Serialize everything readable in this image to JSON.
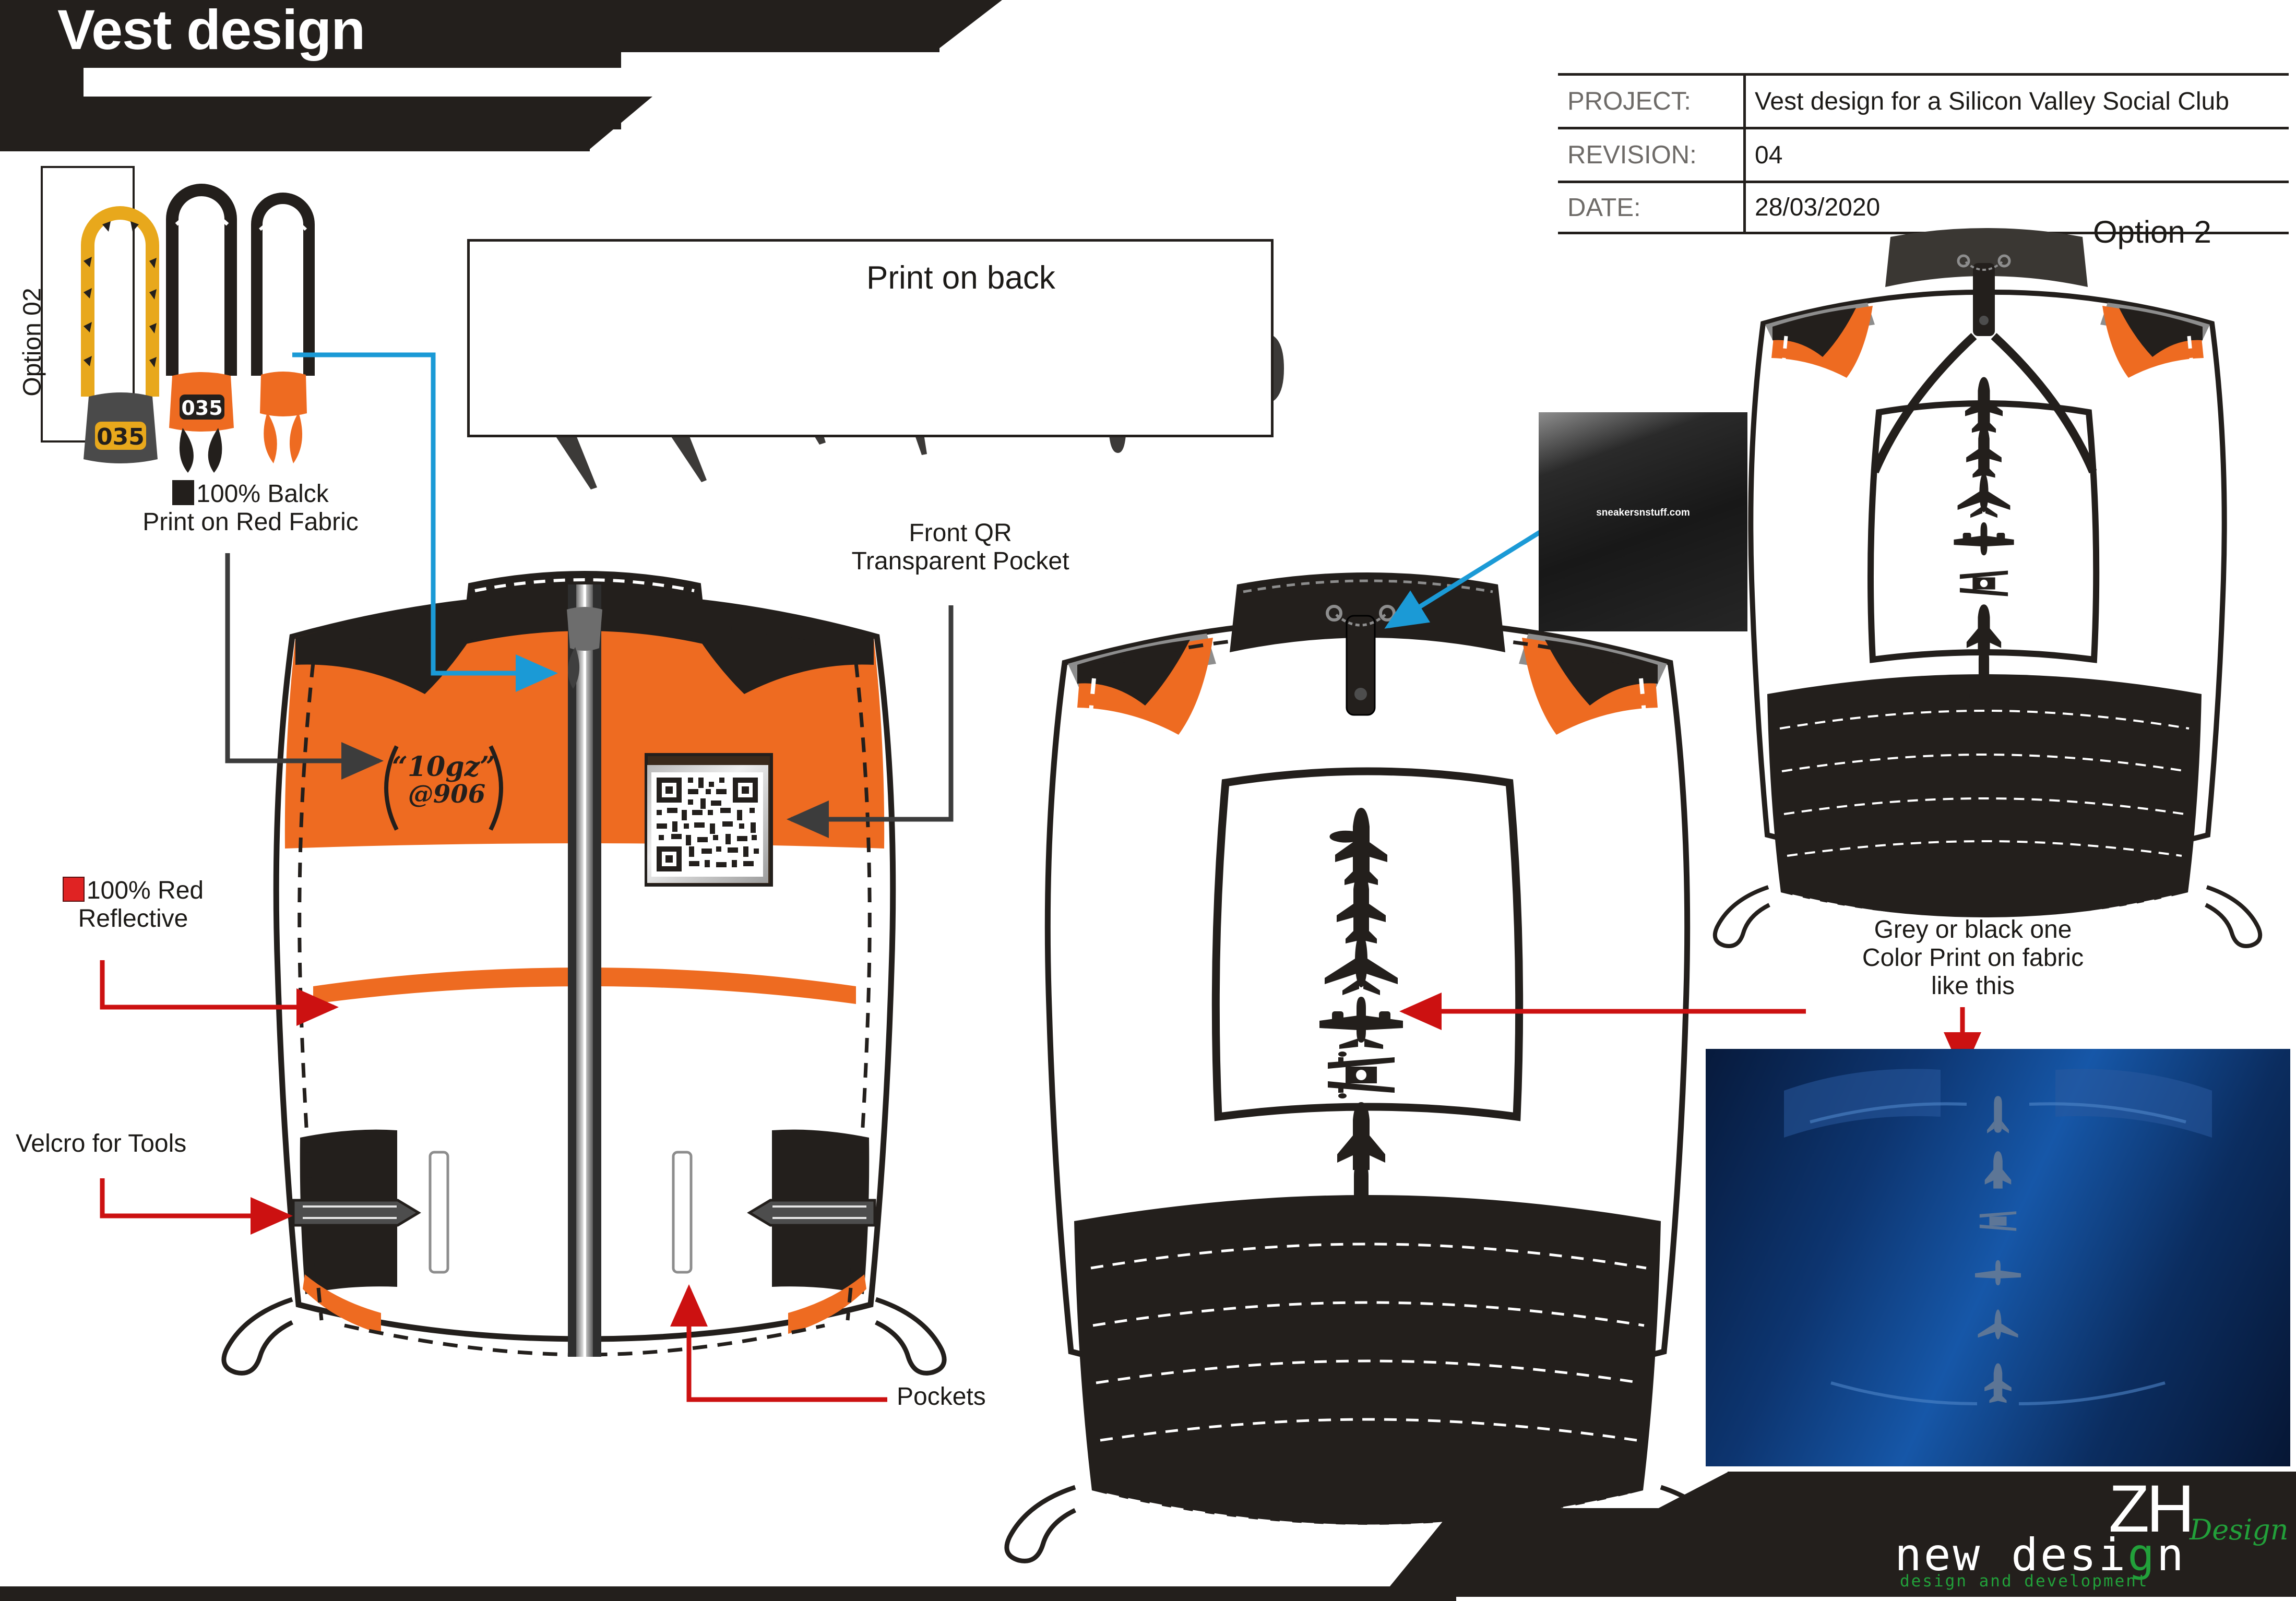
{
  "header": {
    "title": "Vest design"
  },
  "titleblock": {
    "rows": [
      {
        "key": "PROJECT:",
        "value": "Vest design for a Silicon Valley Social Club"
      },
      {
        "key": "REVISION:",
        "value": "04"
      },
      {
        "key": "DATE:",
        "value": "28/03/2020"
      }
    ],
    "option_label": "Option 2"
  },
  "zipper_pull": {
    "option_label": "Option 02",
    "tag_numbers": [
      "035",
      "035"
    ]
  },
  "back_print_panel": {
    "title": "Print on back",
    "aircraft_silhouettes": [
      "fighter-jet",
      "fighter-jet-2",
      "airliner",
      "twin-prop",
      "biplane",
      "space-shuttle",
      "rocket"
    ]
  },
  "annotations": {
    "black_print": {
      "swatch_color": "#231f1c",
      "line1": "100% Balck",
      "line2": "Print on Red Fabric"
    },
    "red_reflective": {
      "swatch_color": "#e02323",
      "line1": "100% Red",
      "line2": "Reflective"
    },
    "velcro": "Velcro for Tools",
    "pockets": "Pockets",
    "front_qr": {
      "line1": "Front QR",
      "line2": "Transparent Pocket"
    },
    "grey_black_print": {
      "line1": "Grey or black one",
      "line2": "Color Print on fabric",
      "line3": "like this"
    }
  },
  "front_vest": {
    "chest_logo": "10gz @906",
    "qr_code_label": "qr-code"
  },
  "photos": {
    "collar_photo_watermark": "sneakersnstuff.com",
    "back_print_photo_label": "blue-jacket-back-print"
  },
  "logo": {
    "mark": "ZH",
    "script": "Design",
    "name_part1": "new desi",
    "name_g": "g",
    "name_part2": "n",
    "tagline": "design and development"
  },
  "colors": {
    "orange": "#ee6b21",
    "black": "#231f1c",
    "grey": "#8d8d8d",
    "red_arrow": "#cc1111",
    "blue_arrow": "#1b9ad6",
    "green": "#22a03a",
    "gold": "#e8a81c"
  }
}
